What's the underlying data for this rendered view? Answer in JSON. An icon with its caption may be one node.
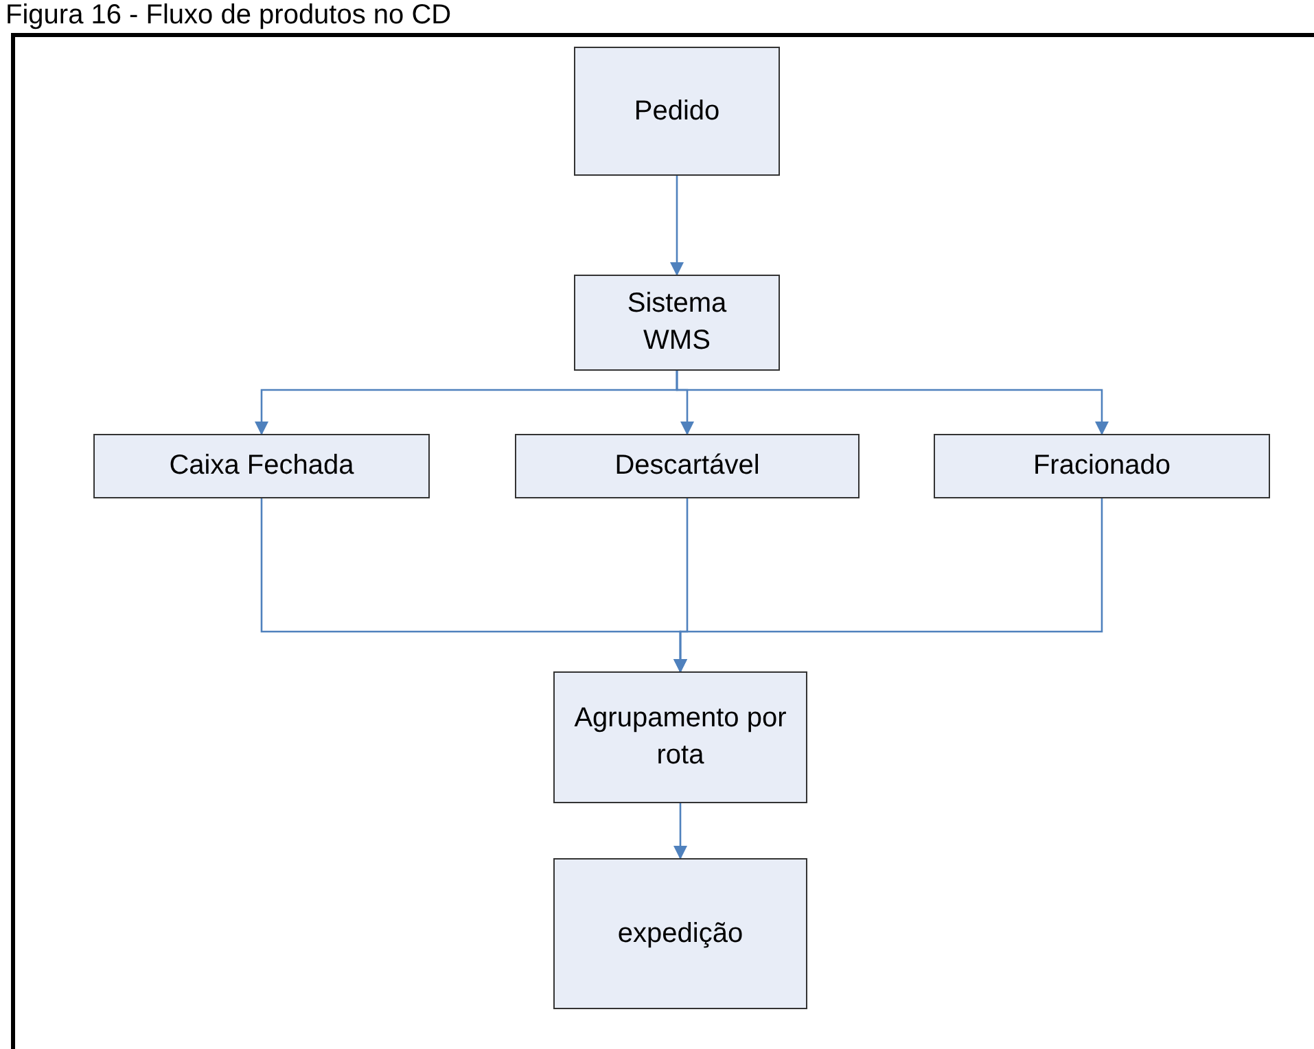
{
  "diagram": {
    "title": "Figura 16 - Fluxo de produtos no CD",
    "nodes": [
      {
        "text": [
          "Pedido"
        ]
      },
      {
        "text": [
          "Sistema WMS"
        ]
      },
      {
        "text": [
          "Caixa Fechada"
        ]
      },
      {
        "text": [
          "Descartável"
        ]
      },
      {
        "text": [
          "Fracionado"
        ]
      },
      {
        "text": [
          "Agrupamento por rota"
        ]
      },
      {
        "text": [
          "expedição"
        ]
      }
    ],
    "edges": [
      {
        "from": 0,
        "to": 1,
        "arrow": "to"
      },
      {
        "from": 1,
        "to": 2,
        "arrow": "to"
      },
      {
        "from": 1,
        "to": 3,
        "arrow": "to"
      },
      {
        "from": 1,
        "to": 4,
        "arrow": "to"
      },
      {
        "from": 2,
        "to": 5,
        "arrow": "to"
      },
      {
        "from": 3,
        "to": 5,
        "arrow": "to"
      },
      {
        "from": 4,
        "to": 5,
        "arrow": "to"
      },
      {
        "from": 5,
        "to": 6,
        "arrow": "to"
      }
    ]
  }
}
